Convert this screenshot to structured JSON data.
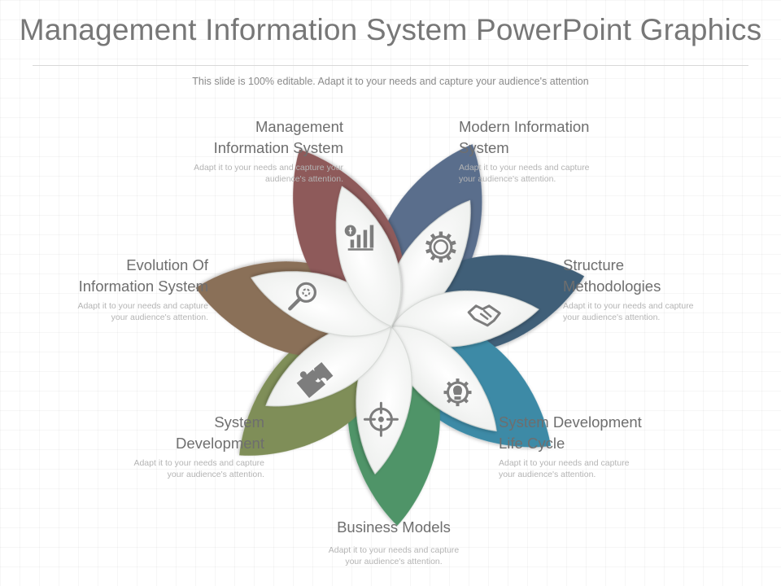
{
  "slide": {
    "title": "Management Information System PowerPoint Graphics",
    "subtitle": "This slide is 100% editable. Adapt it to your needs and capture your audience's attention"
  },
  "petals": [
    {
      "id": "mis",
      "color": "#5a6e8c",
      "icon": "gear-icon"
    },
    {
      "id": "mod",
      "color": "#3f5f78",
      "icon": "handshake-icon"
    },
    {
      "id": "str",
      "color": "#3d8aa6",
      "icon": "lightbulb-gear-icon"
    },
    {
      "id": "sdlc",
      "color": "#4f9467",
      "icon": "target-icon"
    },
    {
      "id": "bm",
      "color": "#7f8e58",
      "icon": "puzzle-icon"
    },
    {
      "id": "sd",
      "color": "#8a6f59",
      "icon": "magnifier-icon"
    },
    {
      "id": "evo",
      "color": "#8e5a5a",
      "icon": "chart-icon"
    }
  ],
  "labels": {
    "mis": {
      "title_line1": "Management",
      "title_line2": "Information System",
      "desc_line1": "Adapt it to your needs and capture your",
      "desc_line2": "audience's attention."
    },
    "mod": {
      "title_line1": "Modern Information",
      "title_line2": "System",
      "desc_line1": "Adapt it to your needs and capture",
      "desc_line2": "your audience's attention."
    },
    "str": {
      "title_line1": "Structure",
      "title_line2": "Methodologies",
      "desc_line1": "Adapt it to your needs and capture",
      "desc_line2": "your audience's attention."
    },
    "sdlc": {
      "title_line1": "System Development",
      "title_line2": "Life Cycle",
      "desc_line1": "Adapt it to your needs and capture",
      "desc_line2": "your audience's attention."
    },
    "bm": {
      "title_line1": "Business Models",
      "desc_line1": "Adapt it to your needs and capture",
      "desc_line2": "your audience's attention."
    },
    "sd": {
      "title_line1": "System",
      "title_line2": "Development",
      "desc_line1": "Adapt it to your needs and capture",
      "desc_line2": "your audience's attention."
    },
    "evo": {
      "title_line1": "Evolution Of",
      "title_line2": "Information System",
      "desc_line1": "Adapt it to your needs and capture",
      "desc_line2": "your audience's attention."
    }
  }
}
